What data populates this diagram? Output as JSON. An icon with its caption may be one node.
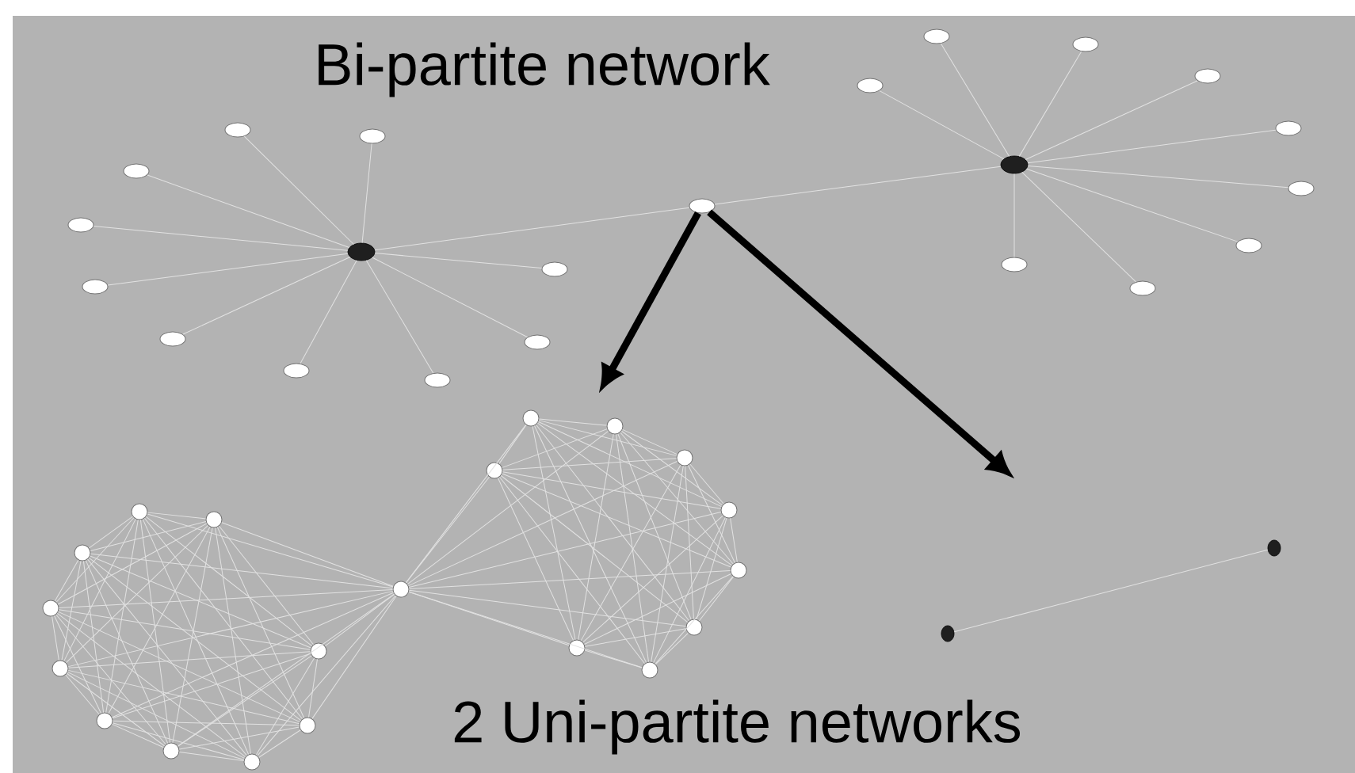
{
  "diagram": {
    "title": "Bi-partite network",
    "nodes": [
      {
        "text": [],
        "shape": "dot"
      },
      {
        "text": [],
        "shape": "circle"
      },
      {
        "text": [],
        "shape": "circle"
      },
      {
        "text": [],
        "shape": "circle"
      },
      {
        "text": [],
        "shape": "circle"
      },
      {
        "text": [],
        "shape": "circle"
      },
      {
        "text": [],
        "shape": "circle"
      },
      {
        "text": [],
        "shape": "circle"
      },
      {
        "text": [],
        "shape": "circle"
      },
      {
        "text": [],
        "shape": "circle"
      },
      {
        "text": [],
        "shape": "circle"
      },
      {
        "text": [],
        "shape": "circle"
      },
      {
        "text": [],
        "shape": "dot"
      },
      {
        "text": [],
        "shape": "circle"
      },
      {
        "text": [],
        "shape": "circle"
      },
      {
        "text": [],
        "shape": "circle"
      },
      {
        "text": [],
        "shape": "circle"
      },
      {
        "text": [],
        "shape": "circle"
      },
      {
        "text": [],
        "shape": "circle"
      },
      {
        "text": [],
        "shape": "circle"
      },
      {
        "text": [],
        "shape": "circle"
      },
      {
        "text": [],
        "shape": "circle"
      },
      {
        "text": [],
        "shape": "circle"
      },
      {
        "text": [],
        "shape": "circle"
      },
      {
        "text": [],
        "shape": "circle"
      },
      {
        "text": [],
        "shape": "circle"
      },
      {
        "text": [],
        "shape": "circle"
      },
      {
        "text": [],
        "shape": "circle"
      },
      {
        "text": [],
        "shape": "circle"
      },
      {
        "text": [],
        "shape": "circle"
      },
      {
        "text": [],
        "shape": "circle"
      },
      {
        "text": [],
        "shape": "circle"
      },
      {
        "text": [],
        "shape": "circle"
      },
      {
        "text": [],
        "shape": "circle"
      },
      {
        "text": [],
        "shape": "circle"
      },
      {
        "text": [],
        "shape": "circle"
      },
      {
        "text": [],
        "shape": "circle"
      },
      {
        "text": [],
        "shape": "circle"
      },
      {
        "text": [],
        "shape": "circle"
      },
      {
        "text": [],
        "shape": "circle"
      },
      {
        "text": [],
        "shape": "circle"
      },
      {
        "text": [],
        "shape": "circle"
      },
      {
        "text": [],
        "shape": "dot"
      },
      {
        "text": [],
        "shape": "dot"
      }
    ],
    "edges": [
      {
        "from": 0,
        "to": 1,
        "arrow": "none"
      },
      {
        "from": 0,
        "to": 2,
        "arrow": "none"
      },
      {
        "from": 0,
        "to": 3,
        "arrow": "none"
      },
      {
        "from": 0,
        "to": 4,
        "arrow": "none"
      },
      {
        "from": 0,
        "to": 5,
        "arrow": "none"
      },
      {
        "from": 0,
        "to": 6,
        "arrow": "none"
      },
      {
        "from": 0,
        "to": 7,
        "arrow": "none"
      },
      {
        "from": 0,
        "to": 8,
        "arrow": "none"
      },
      {
        "from": 0,
        "to": 9,
        "arrow": "none"
      },
      {
        "from": 0,
        "to": 10,
        "arrow": "none"
      },
      {
        "from": 0,
        "to": 11,
        "arrow": "none"
      },
      {
        "from": 11,
        "to": 12,
        "arrow": "none"
      },
      {
        "from": 12,
        "to": 13,
        "arrow": "none"
      },
      {
        "from": 12,
        "to": 14,
        "arrow": "none"
      },
      {
        "from": 12,
        "to": 15,
        "arrow": "none"
      },
      {
        "from": 12,
        "to": 16,
        "arrow": "none"
      },
      {
        "from": 12,
        "to": 17,
        "arrow": "none"
      },
      {
        "from": 12,
        "to": 18,
        "arrow": "none"
      },
      {
        "from": 12,
        "to": 19,
        "arrow": "none"
      },
      {
        "from": 12,
        "to": 20,
        "arrow": "none"
      },
      {
        "from": 12,
        "to": 21,
        "arrow": "none"
      },
      {
        "from": 22,
        "to": 23,
        "arrow": "none"
      },
      {
        "from": 22,
        "to": 24,
        "arrow": "none"
      },
      {
        "from": 22,
        "to": 25,
        "arrow": "none"
      },
      {
        "from": 22,
        "to": 26,
        "arrow": "none"
      },
      {
        "from": 22,
        "to": 27,
        "arrow": "none"
      },
      {
        "from": 22,
        "to": 28,
        "arrow": "none"
      },
      {
        "from": 22,
        "to": 29,
        "arrow": "none"
      },
      {
        "from": 22,
        "to": 30,
        "arrow": "none"
      },
      {
        "from": 22,
        "to": 31,
        "arrow": "none"
      },
      {
        "from": 22,
        "to": 32,
        "arrow": "none"
      },
      {
        "from": 23,
        "to": 24,
        "arrow": "none"
      },
      {
        "from": 23,
        "to": 25,
        "arrow": "none"
      },
      {
        "from": 23,
        "to": 26,
        "arrow": "none"
      },
      {
        "from": 23,
        "to": 27,
        "arrow": "none"
      },
      {
        "from": 23,
        "to": 28,
        "arrow": "none"
      },
      {
        "from": 23,
        "to": 29,
        "arrow": "none"
      },
      {
        "from": 23,
        "to": 30,
        "arrow": "none"
      },
      {
        "from": 23,
        "to": 31,
        "arrow": "none"
      },
      {
        "from": 23,
        "to": 32,
        "arrow": "none"
      },
      {
        "from": 24,
        "to": 25,
        "arrow": "none"
      },
      {
        "from": 24,
        "to": 26,
        "arrow": "none"
      },
      {
        "from": 24,
        "to": 27,
        "arrow": "none"
      },
      {
        "from": 24,
        "to": 28,
        "arrow": "none"
      },
      {
        "from": 24,
        "to": 29,
        "arrow": "none"
      },
      {
        "from": 24,
        "to": 30,
        "arrow": "none"
      },
      {
        "from": 24,
        "to": 31,
        "arrow": "none"
      },
      {
        "from": 24,
        "to": 32,
        "arrow": "none"
      },
      {
        "from": 25,
        "to": 26,
        "arrow": "none"
      },
      {
        "from": 25,
        "to": 27,
        "arrow": "none"
      },
      {
        "from": 25,
        "to": 28,
        "arrow": "none"
      },
      {
        "from": 25,
        "to": 29,
        "arrow": "none"
      },
      {
        "from": 25,
        "to": 30,
        "arrow": "none"
      },
      {
        "from": 25,
        "to": 31,
        "arrow": "none"
      },
      {
        "from": 25,
        "to": 32,
        "arrow": "none"
      },
      {
        "from": 26,
        "to": 27,
        "arrow": "none"
      },
      {
        "from": 26,
        "to": 28,
        "arrow": "none"
      },
      {
        "from": 26,
        "to": 29,
        "arrow": "none"
      },
      {
        "from": 26,
        "to": 30,
        "arrow": "none"
      },
      {
        "from": 26,
        "to": 31,
        "arrow": "none"
      },
      {
        "from": 26,
        "to": 32,
        "arrow": "none"
      },
      {
        "from": 27,
        "to": 28,
        "arrow": "none"
      },
      {
        "from": 27,
        "to": 29,
        "arrow": "none"
      },
      {
        "from": 27,
        "to": 30,
        "arrow": "none"
      },
      {
        "from": 27,
        "to": 31,
        "arrow": "none"
      },
      {
        "from": 27,
        "to": 32,
        "arrow": "none"
      },
      {
        "from": 28,
        "to": 29,
        "arrow": "none"
      },
      {
        "from": 28,
        "to": 30,
        "arrow": "none"
      },
      {
        "from": 28,
        "to": 31,
        "arrow": "none"
      },
      {
        "from": 28,
        "to": 32,
        "arrow": "none"
      },
      {
        "from": 29,
        "to": 30,
        "arrow": "none"
      },
      {
        "from": 29,
        "to": 31,
        "arrow": "none"
      },
      {
        "from": 29,
        "to": 32,
        "arrow": "none"
      },
      {
        "from": 30,
        "to": 31,
        "arrow": "none"
      },
      {
        "from": 30,
        "to": 32,
        "arrow": "none"
      },
      {
        "from": 31,
        "to": 32,
        "arrow": "none"
      },
      {
        "from": 22,
        "to": 33,
        "arrow": "none"
      },
      {
        "from": 22,
        "to": 34,
        "arrow": "none"
      },
      {
        "from": 22,
        "to": 35,
        "arrow": "none"
      },
      {
        "from": 22,
        "to": 36,
        "arrow": "none"
      },
      {
        "from": 22,
        "to": 37,
        "arrow": "none"
      },
      {
        "from": 22,
        "to": 38,
        "arrow": "none"
      },
      {
        "from": 22,
        "to": 39,
        "arrow": "none"
      },
      {
        "from": 22,
        "to": 40,
        "arrow": "none"
      },
      {
        "from": 22,
        "to": 41,
        "arrow": "none"
      },
      {
        "from": 33,
        "to": 34,
        "arrow": "none"
      },
      {
        "from": 33,
        "to": 35,
        "arrow": "none"
      },
      {
        "from": 33,
        "to": 36,
        "arrow": "none"
      },
      {
        "from": 33,
        "to": 37,
        "arrow": "none"
      },
      {
        "from": 33,
        "to": 38,
        "arrow": "none"
      },
      {
        "from": 33,
        "to": 39,
        "arrow": "none"
      },
      {
        "from": 33,
        "to": 40,
        "arrow": "none"
      },
      {
        "from": 33,
        "to": 41,
        "arrow": "none"
      },
      {
        "from": 34,
        "to": 35,
        "arrow": "none"
      },
      {
        "from": 34,
        "to": 36,
        "arrow": "none"
      },
      {
        "from": 34,
        "to": 37,
        "arrow": "none"
      },
      {
        "from": 34,
        "to": 38,
        "arrow": "none"
      },
      {
        "from": 34,
        "to": 39,
        "arrow": "none"
      },
      {
        "from": 34,
        "to": 40,
        "arrow": "none"
      },
      {
        "from": 34,
        "to": 41,
        "arrow": "none"
      },
      {
        "from": 35,
        "to": 36,
        "arrow": "none"
      },
      {
        "from": 35,
        "to": 37,
        "arrow": "none"
      },
      {
        "from": 35,
        "to": 38,
        "arrow": "none"
      },
      {
        "from": 35,
        "to": 39,
        "arrow": "none"
      },
      {
        "from": 35,
        "to": 40,
        "arrow": "none"
      },
      {
        "from": 35,
        "to": 41,
        "arrow": "none"
      },
      {
        "from": 36,
        "to": 37,
        "arrow": "none"
      },
      {
        "from": 36,
        "to": 38,
        "arrow": "none"
      },
      {
        "from": 36,
        "to": 39,
        "arrow": "none"
      },
      {
        "from": 36,
        "to": 40,
        "arrow": "none"
      },
      {
        "from": 36,
        "to": 41,
        "arrow": "none"
      },
      {
        "from": 37,
        "to": 38,
        "arrow": "none"
      },
      {
        "from": 37,
        "to": 39,
        "arrow": "none"
      },
      {
        "from": 37,
        "to": 40,
        "arrow": "none"
      },
      {
        "from": 37,
        "to": 41,
        "arrow": "none"
      },
      {
        "from": 38,
        "to": 39,
        "arrow": "none"
      },
      {
        "from": 38,
        "to": 40,
        "arrow": "none"
      },
      {
        "from": 38,
        "to": 41,
        "arrow": "none"
      },
      {
        "from": 39,
        "to": 40,
        "arrow": "none"
      },
      {
        "from": 39,
        "to": 41,
        "arrow": "none"
      },
      {
        "from": 40,
        "to": 41,
        "arrow": "none"
      },
      {
        "from": 42,
        "to": 43,
        "arrow": "none"
      },
      {
        "from": 11,
        "to": null,
        "arrow": "to",
        "style": "thick",
        "color": "#000000"
      },
      {
        "from": 11,
        "to": null,
        "arrow": "to",
        "style": "thick",
        "color": "#000000"
      }
    ],
    "labels": [
      "2 Uni-partite networks"
    ]
  }
}
